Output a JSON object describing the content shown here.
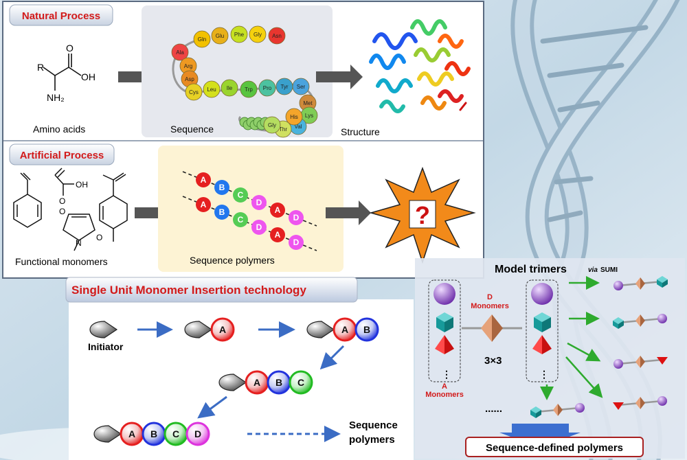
{
  "natural": {
    "title": "Natural Process",
    "amino_label": "Amino acids",
    "sequence_label": "Sequence",
    "structure_label": "Structure",
    "chem_r": "R",
    "chem_o": "O",
    "chem_oh": "OH",
    "chem_nh2": "NH₂",
    "residues": [
      "Gln",
      "Glu",
      "Phe",
      "Gly",
      "Asn",
      "Ala",
      "Arg",
      "Asp",
      "Cys",
      "Leu",
      "Ile",
      "Trp",
      "Pro",
      "Tyr",
      "Ser",
      "Met",
      "Lys",
      "Val",
      "His",
      "Thr",
      "Gly"
    ]
  },
  "artificial": {
    "title": "Artificial Process",
    "monomers_label": "Functional monomers",
    "polymers_label": "Sequence polymers",
    "chem_o": "O",
    "chem_oh": "OH",
    "chem_n": "N",
    "question": "?",
    "chain1": [
      "A",
      "B",
      "C",
      "D",
      "A",
      "D"
    ],
    "chain2": [
      "A",
      "B",
      "C",
      "D",
      "A",
      "D"
    ]
  },
  "sumi": {
    "title": "Single Unit Monomer Insertion technology",
    "initiator": "Initiator",
    "units": [
      "A",
      "B",
      "C",
      "D"
    ],
    "result_line1": "Sequence",
    "result_line2": "polymers"
  },
  "trimers": {
    "title": "Model trimers",
    "via": "via",
    "sumi": "SUMI",
    "d_mon_1": "D",
    "d_mon_2": "Monomers",
    "a_mon_1": "A",
    "a_mon_2": "Monomers",
    "times": "3×3",
    "dots": "......",
    "result": "Sequence-defined polymers"
  },
  "colors": {
    "red": "#e52020",
    "blue": "#2233dd",
    "green": "#22bb22",
    "magenta": "#dd33dd",
    "title_red": "#d21a1a",
    "purple": "#8844cc",
    "teal": "#1a9a9a",
    "tan": "#c98a5a"
  }
}
